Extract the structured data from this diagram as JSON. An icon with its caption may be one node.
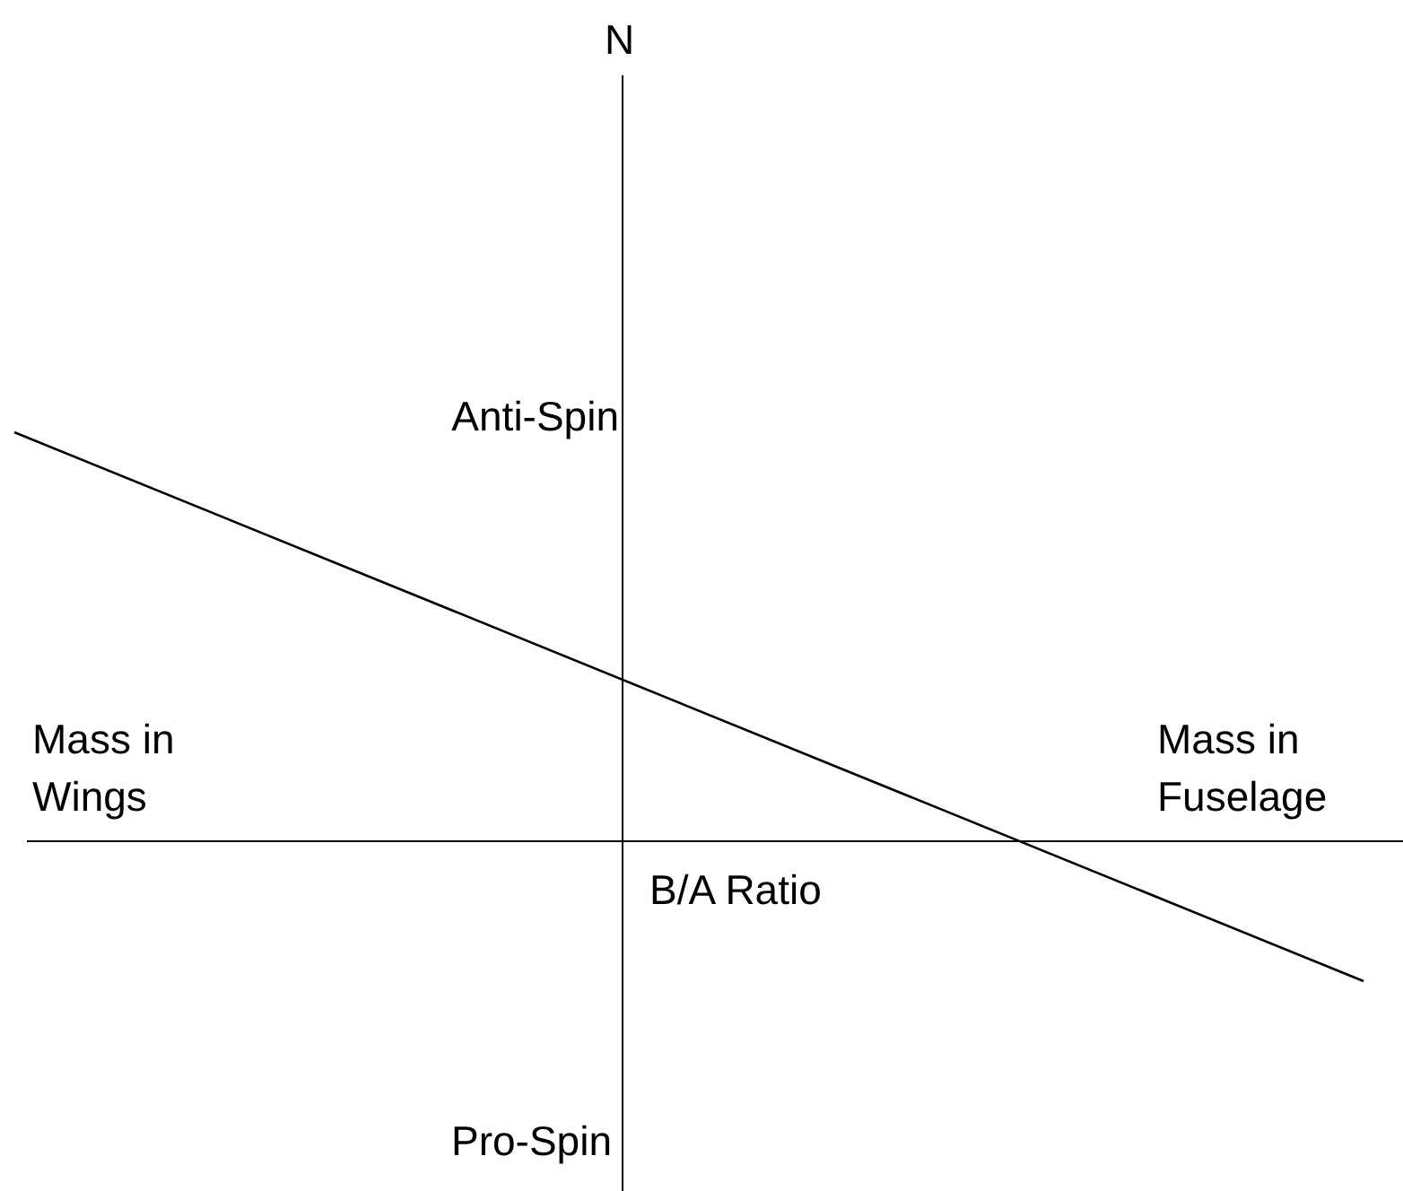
{
  "diagram": {
    "labels": [
      "N",
      "Anti-Spin",
      "Mass in Wings",
      "Mass in Fuselage",
      "B/A Ratio",
      "Pro-Spin"
    ]
  }
}
